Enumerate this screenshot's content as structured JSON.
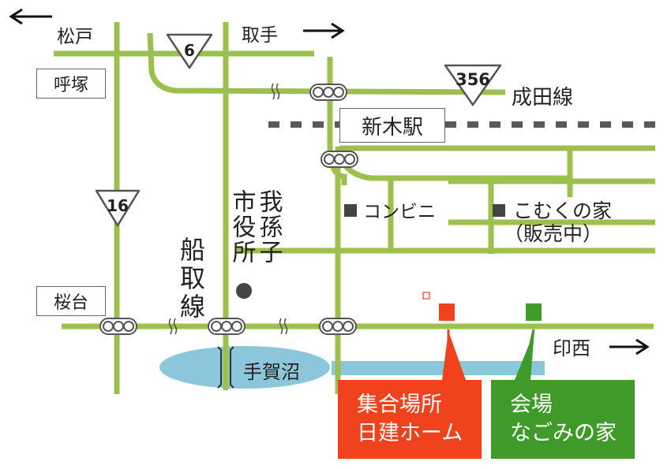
{
  "places": {
    "matsudo": "松戸",
    "toride": "取手",
    "yobitsuka": "呼塚",
    "narita_line": "成田線",
    "shinki_station": "新木駅",
    "sakuradai": "桜台",
    "inzai": "印西",
    "teganuma": "手賀沼",
    "city_office": "市役所",
    "abiko_city": "我孫子",
    "convenience_store": "コンビニ",
    "komuku_house": "こむくの家",
    "komuku_note": "（販売中）",
    "funatori_line": "船取線"
  },
  "route_shields": {
    "r6": "6",
    "r356": "356",
    "r16": "16"
  },
  "callouts": {
    "meeting_point": {
      "line1": "集合場所",
      "line2": "日建ホーム"
    },
    "venue": {
      "line1": "会場",
      "line2": "なごみの家"
    }
  },
  "colors": {
    "road": "#9bc04d",
    "lake": "#8cc6da",
    "railway": "#595959",
    "meeting_red": "#f0421c",
    "venue_green": "#3f9a2a"
  }
}
